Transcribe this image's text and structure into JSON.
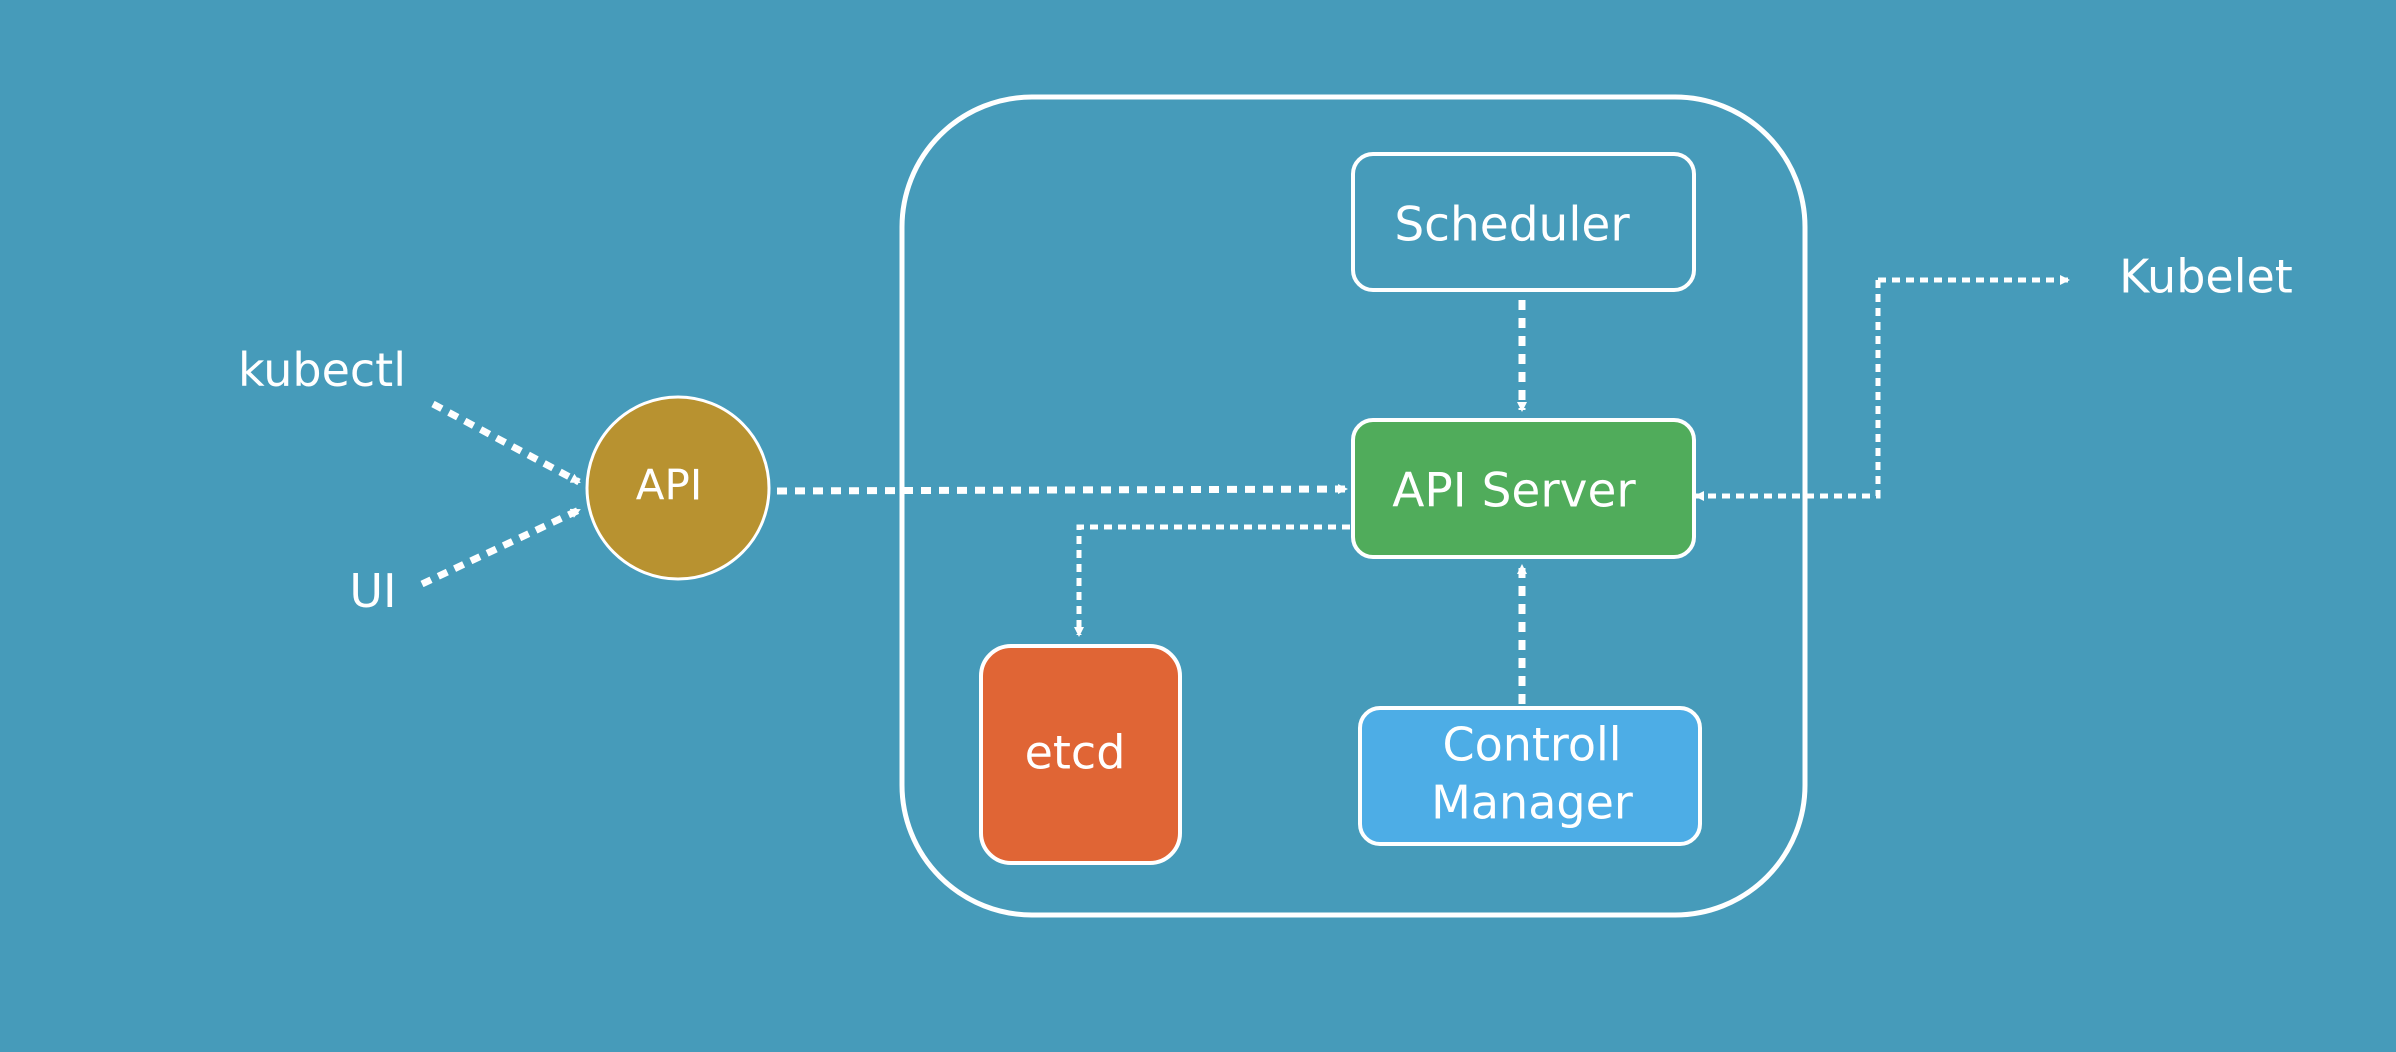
{
  "colors": {
    "background": "#469BBA",
    "stroke": "#FFFFFF",
    "api_circle": "#B89230",
    "api_server": "#50AC5B",
    "etcd": "#E06535",
    "controller_manager": "#4DADE6"
  },
  "diagram": {
    "clients": {
      "kubectl": "kubectl",
      "ui": "UI"
    },
    "api_gateway": {
      "label": "API"
    },
    "control_plane": {
      "scheduler": "Scheduler",
      "api_server": "API Server",
      "etcd": "etcd",
      "controller_manager_line1": "Controll",
      "controller_manager_line2": "Manager"
    },
    "kubelet": "Kubelet"
  }
}
